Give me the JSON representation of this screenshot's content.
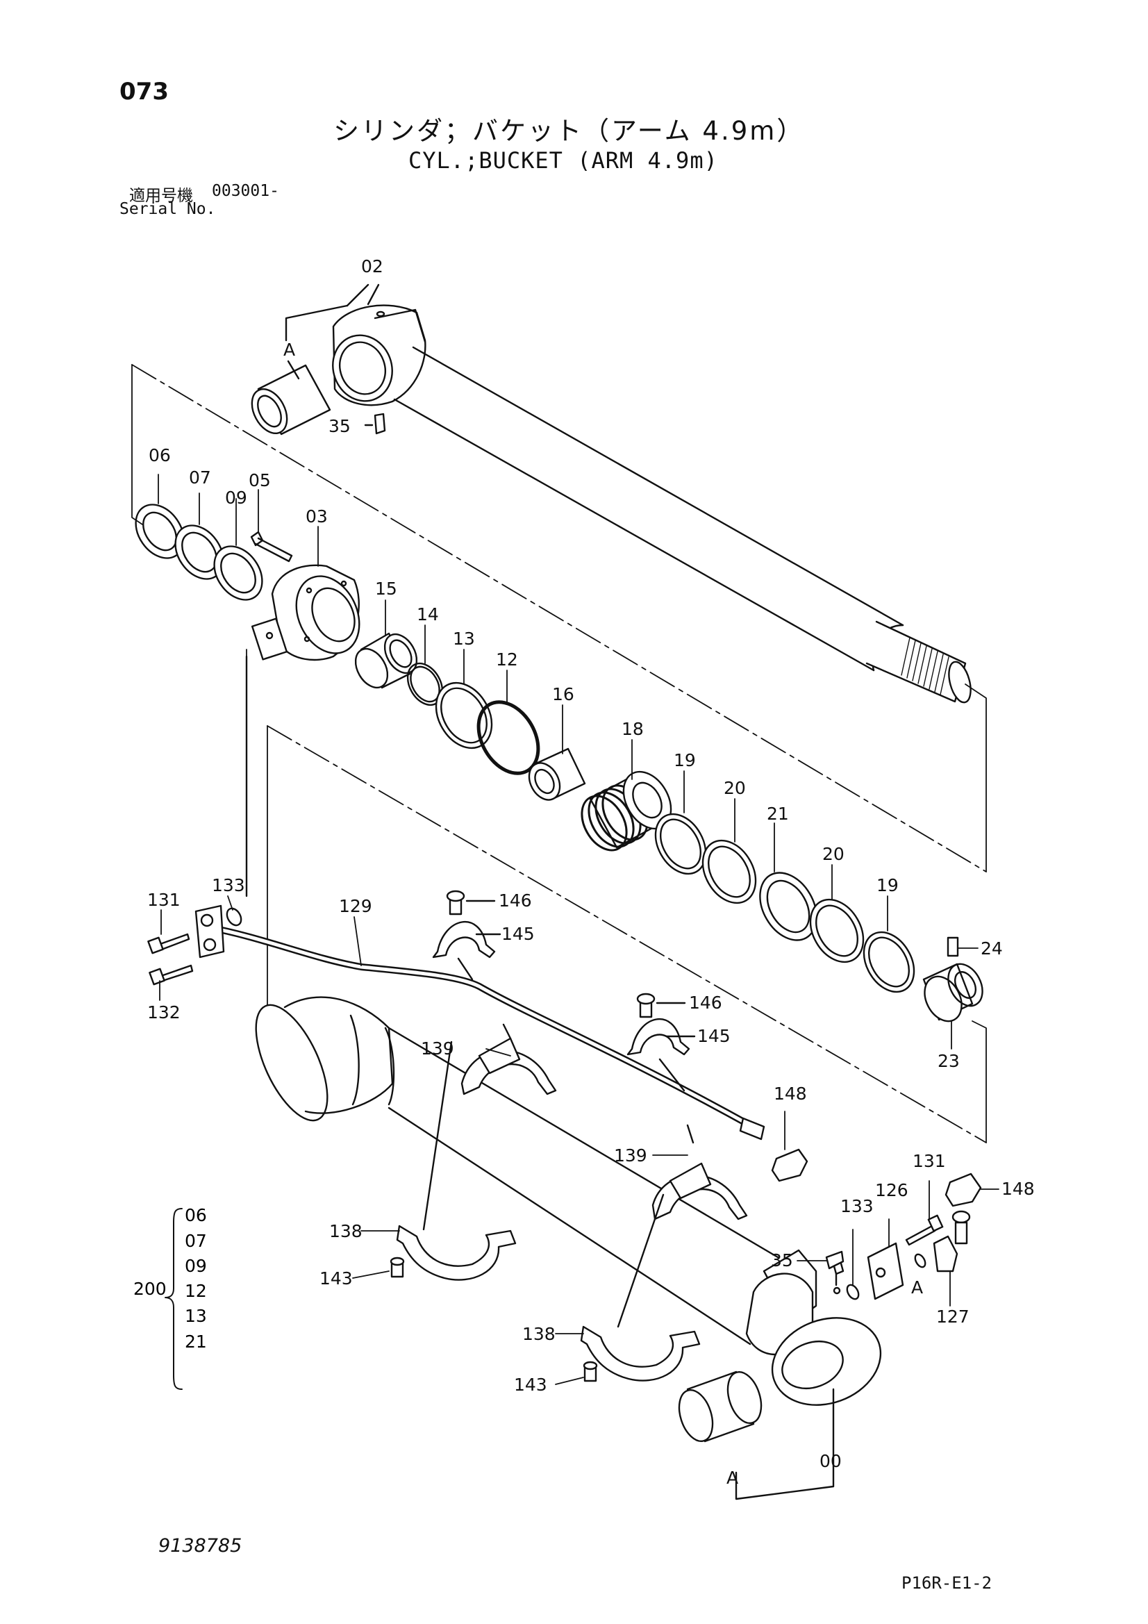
{
  "header": {
    "page_number": "073",
    "title_jp": "シリンダ；バケット（アーム 4.9m）",
    "title_en": "CYL.;BUCKET (ARM 4.9m)",
    "serial_label_jp": "適用号機",
    "serial_number": "003001-",
    "serial_label_en": "Serial No."
  },
  "callouts": {
    "c02": "02",
    "cA_top": "A",
    "c35_top": "35",
    "c06": "06",
    "c07": "07",
    "c09": "09",
    "c05": "05",
    "c03": "03",
    "c15": "15",
    "c14": "14",
    "c13": "13",
    "c12": "12",
    "c16": "16",
    "c18": "18",
    "c19a": "19",
    "c20a": "20",
    "c21": "21",
    "c20b": "20",
    "c19b": "19",
    "c24": "24",
    "c23": "23",
    "c131a": "131",
    "c133a": "133",
    "c129": "129",
    "c146a": "146",
    "c145a": "145",
    "c132": "132",
    "c146b": "146",
    "c145b": "145",
    "c148a": "148",
    "c139a": "139",
    "c139b": "139",
    "c138a": "138",
    "c143a": "143",
    "c138b": "138",
    "c143b": "143",
    "c131b": "131",
    "c126": "126",
    "c133b": "133",
    "c148b": "148",
    "c35_bot": "35",
    "cA_right": "A",
    "c127": "127",
    "c00": "00",
    "cA_bot": "A"
  },
  "kit": {
    "number": "200",
    "items": [
      "06",
      "07",
      "09",
      "12",
      "13",
      "21"
    ]
  },
  "footer": {
    "drawing_number": "9138785",
    "page_code": "P16R-E1-2"
  }
}
